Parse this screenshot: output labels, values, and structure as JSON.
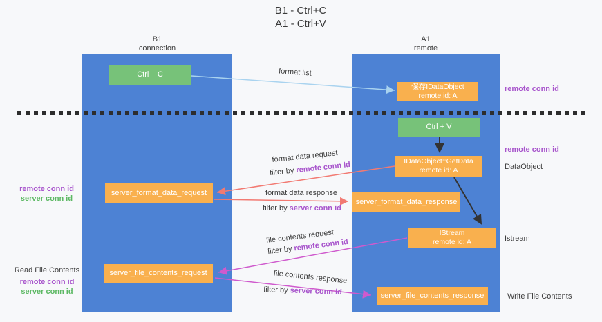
{
  "title": {
    "line1": "B1 - Ctrl+C",
    "line2": "A1 - Ctrl+V"
  },
  "lifelines": {
    "left": {
      "title": "B1",
      "subtitle": "connection"
    },
    "right": {
      "title": "A1",
      "subtitle": "remote"
    }
  },
  "boxes": {
    "ctrl_c": {
      "label": "Ctrl + C"
    },
    "ctrl_v": {
      "label": "Ctrl + V"
    },
    "save_dataobject": {
      "line1": "保存IDataObject",
      "line2": "remote id: A"
    },
    "getdata": {
      "line1": "IDataObject::GetData",
      "line2": "remote id: A"
    },
    "istream": {
      "line1": "IStream",
      "line2": "remote id: A"
    },
    "format_request": {
      "label": "server_format_data_request"
    },
    "format_response": {
      "label": "server_format_data_response"
    },
    "file_request": {
      "label": "server_file_contents_request"
    },
    "file_response": {
      "label": "server_file_contents_response"
    }
  },
  "side_labels": {
    "remote_conn_top": "remote conn id",
    "remote_conn_mid": "remote conn id",
    "dataobject": "DataObject",
    "istream": "Istream",
    "write_file": "Write File Contents",
    "read_file": "Read File Contents",
    "left_remote_conn_1": "remote conn id",
    "left_server_conn_1": "server conn id",
    "left_remote_conn_2": "remote conn id",
    "left_server_conn_2": "server conn id"
  },
  "arrows": {
    "format_list": {
      "label": "format list"
    },
    "format_request": {
      "label": "format data request",
      "filter_prefix": "filter by ",
      "filter_key": "remote conn id"
    },
    "format_response": {
      "label": "format data response",
      "filter_prefix": "filter by ",
      "filter_key": "server conn id"
    },
    "file_request": {
      "label": "file contents request",
      "filter_prefix": "filter by ",
      "filter_key": "remote conn id"
    },
    "file_response": {
      "label": "file contents response",
      "filter_prefix": "filter by ",
      "filter_key": "server conn id"
    }
  },
  "colors": {
    "background": "#f7f8fa",
    "column_blue": "#4d82d4",
    "box_green": "#77c279",
    "box_orange": "#f9b04e",
    "arrow_red": "#f27a72",
    "arrow_magenta": "#cf5acd",
    "arrow_light_blue": "#a9d3ef",
    "arrow_black": "#333333",
    "text_purple": "#a855cc",
    "text_green": "#5cb863",
    "dash_black": "#2d2d2d"
  }
}
